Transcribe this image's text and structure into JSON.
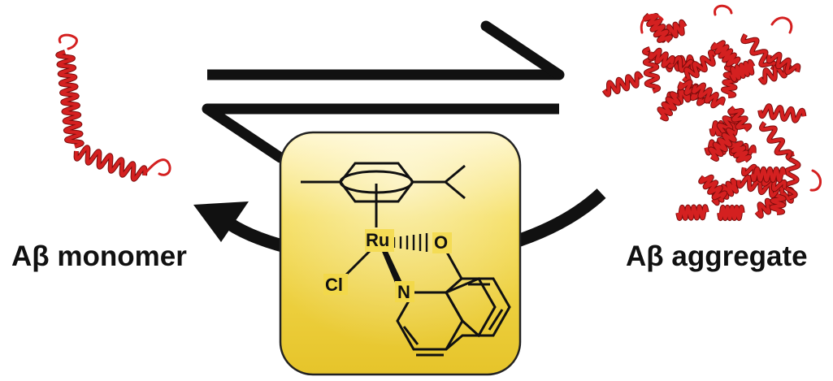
{
  "labels": {
    "monomer": "Aβ monomer",
    "aggregate": "Aβ aggregate"
  },
  "complex": {
    "metal": "Ru",
    "chloride": "Cl",
    "oxygen": "O",
    "nitrogen": "N"
  },
  "colors": {
    "protein": "#d42020",
    "box_fill": "#f2d84a",
    "arrow": "#111111"
  }
}
